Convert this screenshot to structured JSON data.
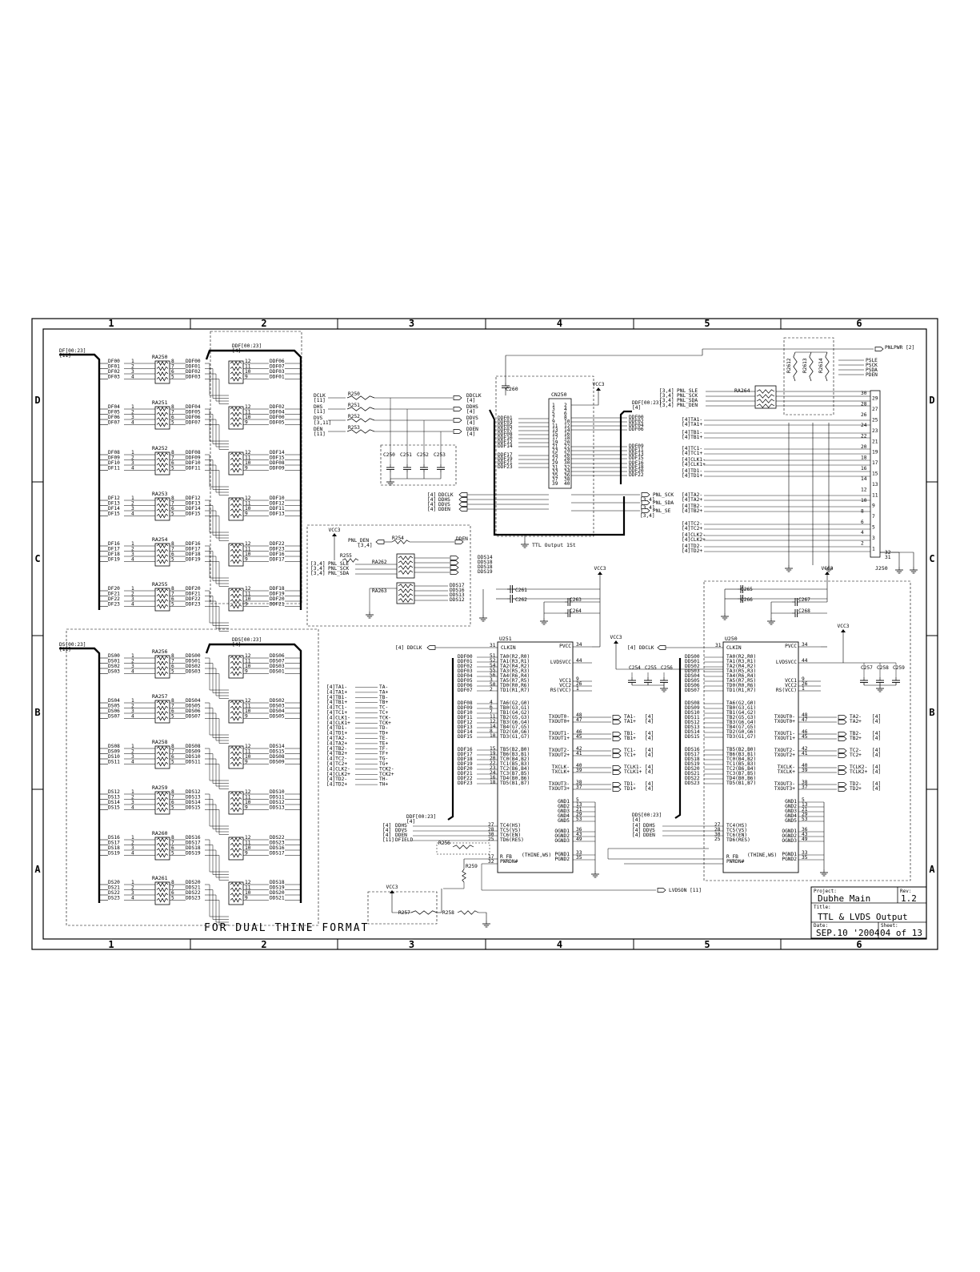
{
  "zones": {
    "columns": [
      "1",
      "2",
      "3",
      "4",
      "5",
      "6"
    ],
    "rows": [
      "D",
      "C",
      "B",
      "A"
    ]
  },
  "buses": {
    "df_in": "DF[00:23]",
    "df_in_ref": "[11]",
    "ddf_bus": "DDF[00:23]",
    "ddf_bus_ref": "[4]",
    "ds_in": "DS[00:23]",
    "ds_in_ref": "[11]",
    "dds_bus": "DDS[00:23]",
    "dds_bus_ref": "[4]"
  },
  "resistor_arrays": [
    {
      "ref": "RA250",
      "ins": [
        "DF00",
        "DF01",
        "DF02",
        "DF03"
      ],
      "outs": [
        "DDF00",
        "DDF01",
        "DDF02",
        "DDF03"
      ],
      "far": [
        "DDF06",
        "DDF07",
        "DDF03",
        "DDF01"
      ]
    },
    {
      "ref": "RA251",
      "ins": [
        "DF04",
        "DF05",
        "DF06",
        "DF07"
      ],
      "outs": [
        "DDF04",
        "DDF05",
        "DDF06",
        "DDF07"
      ],
      "far": [
        "DDF02",
        "DDF04",
        "DDF00",
        "DDF05"
      ]
    },
    {
      "ref": "RA252",
      "ins": [
        "DF08",
        "DF09",
        "DF10",
        "DF11"
      ],
      "outs": [
        "DDF08",
        "DDF09",
        "DDF10",
        "DDF11"
      ],
      "far": [
        "DDF14",
        "DDF15",
        "DDF08",
        "DDF09"
      ]
    },
    {
      "ref": "RA253",
      "ins": [
        "DF12",
        "DF13",
        "DF14",
        "DF15"
      ],
      "outs": [
        "DDF12",
        "DDF13",
        "DDF14",
        "DDF15"
      ],
      "far": [
        "DDF10",
        "DDF12",
        "DDF11",
        "DDF13"
      ]
    },
    {
      "ref": "RA254",
      "ins": [
        "DF16",
        "DF17",
        "DF18",
        "DF19"
      ],
      "outs": [
        "DDF16",
        "DDF17",
        "DDF18",
        "DDF19"
      ],
      "far": [
        "DDF22",
        "DDF23",
        "DDF16",
        "DDF17"
      ]
    },
    {
      "ref": "RA255",
      "ins": [
        "DF20",
        "DF21",
        "DF22",
        "DF23"
      ],
      "outs": [
        "DDF20",
        "DDF21",
        "DDF22",
        "DDF23"
      ],
      "far": [
        "DDF18",
        "DDF19",
        "DDF20",
        "DDF21"
      ]
    },
    {
      "ref": "RA256",
      "ins": [
        "DS00",
        "DS01",
        "DS02",
        "DS03"
      ],
      "outs": [
        "DDS00",
        "DDS01",
        "DDS02",
        "DDS03"
      ],
      "far": [
        "DDS06",
        "DDS07",
        "DDS03",
        "DDS01"
      ]
    },
    {
      "ref": "RA257",
      "ins": [
        "DS04",
        "DS05",
        "DS06",
        "DS07"
      ],
      "outs": [
        "DDS04",
        "DDS05",
        "DDS06",
        "DDS07"
      ],
      "far": [
        "DDS02",
        "DDS03",
        "DDS04",
        "DDS05"
      ]
    },
    {
      "ref": "RA258",
      "ins": [
        "DS08",
        "DS09",
        "DS10",
        "DS11"
      ],
      "outs": [
        "DDS08",
        "DDS09",
        "DDS10",
        "DDS11"
      ],
      "far": [
        "DDS14",
        "DDS15",
        "DDS08",
        "DDS09"
      ]
    },
    {
      "ref": "RA259",
      "ins": [
        "DS12",
        "DS13",
        "DS14",
        "DS15"
      ],
      "outs": [
        "DDS12",
        "DDS13",
        "DDS14",
        "DDS15"
      ],
      "far": [
        "DDS10",
        "DDS11",
        "DDS12",
        "DDS13"
      ]
    },
    {
      "ref": "RA260",
      "ins": [
        "DS16",
        "DS17",
        "DS18",
        "DS19"
      ],
      "outs": [
        "DDS16",
        "DDS17",
        "DDS18",
        "DDS19"
      ],
      "far": [
        "DDS22",
        "DDS23",
        "DDS16",
        "DDS17"
      ]
    },
    {
      "ref": "RA261",
      "ins": [
        "DS20",
        "DS21",
        "DS22",
        "DS23"
      ],
      "outs": [
        "DDS20",
        "DDS21",
        "DDS22",
        "DDS23"
      ],
      "far": [
        "DDS18",
        "DDS19",
        "DDS20",
        "DDS21"
      ]
    }
  ],
  "ra_pins_left": [
    "1",
    "2",
    "3",
    "4"
  ],
  "ra_pins_mid": [
    "8",
    "7",
    "6",
    "5"
  ],
  "ra_pins_right": [
    "12",
    "11",
    "10",
    "9"
  ],
  "dual_note": "FOR DUAL THINE FORMAT",
  "sync": {
    "inputs": [
      {
        "net": "DCLK",
        "ref": "[11]",
        "r": "R250",
        "out": "DDCLK",
        "oref": "[4]"
      },
      {
        "net": "DHS",
        "ref": "[11]",
        "r": "R251",
        "out": "DDHS",
        "oref": "[4]"
      },
      {
        "net": "DVS",
        "ref": "[3,11]",
        "r": "R252",
        "out": "DDVS",
        "oref": "[4]"
      },
      {
        "net": "DEN",
        "ref": "[11]",
        "r": "R253",
        "out": "DDEN",
        "oref": "[4]"
      }
    ],
    "caps": [
      "C250",
      "C251",
      "C252",
      "C253"
    ]
  },
  "cn250": {
    "ref": "CN250",
    "title": "TTL Output 1St",
    "cap": "C260",
    "vcc": "VCC3",
    "bus": "DDF[00:23]",
    "bus_ref": "[4]",
    "left_nets": [
      "DDF01",
      "DDF03",
      "DDF05",
      "DDF07",
      "DDF08",
      "DDF10",
      "DDF12",
      "DDF14",
      "DDF17",
      "DDF19",
      "DDF21",
      "DDF23"
    ],
    "right_nets": [
      "DDF00",
      "DDF02",
      "DDF04",
      "DDF06",
      "DDF09",
      "DDF11",
      "DDF13",
      "DDF15",
      "DDF16",
      "DDF18",
      "DDF20",
      "DDF22"
    ],
    "ctrl_left": [
      {
        "ref": "[4]",
        "net": "DDCLK"
      },
      {
        "ref": "[4]",
        "net": "DDHS"
      },
      {
        "ref": "[4]",
        "net": "DDVS"
      },
      {
        "ref": "[4]",
        "net": "DDEN"
      }
    ],
    "ctrl_right": [
      {
        "net": "PNL_SCK",
        "ref": "[3,4]"
      },
      {
        "net": "PNL_SDA",
        "ref": "[3,4]"
      },
      {
        "net": "PNL_SE",
        "ref": "[3,4]"
      }
    ]
  },
  "pnl_block": {
    "vcc": "VCC3",
    "pnl_den": "PNL_DEN",
    "pnl_den_ref": "[3,4]",
    "r254": "R254",
    "dden": "DDEN",
    "r255": "R255",
    "ra262": "RA262",
    "ra263": "RA263",
    "left": [
      {
        "ref": "[3,4]",
        "net": "PNL_SLE"
      },
      {
        "ref": "[3,4]",
        "net": "PNL_SCK"
      },
      {
        "ref": "[3,4]",
        "net": "PNL_SDA"
      }
    ],
    "right": [
      "DDS14",
      "DDS18",
      "DDS18",
      "DDS19"
    ],
    "right2": [
      "DDS17",
      "DDS16",
      "DDS13",
      "DDS12"
    ]
  },
  "j250": {
    "ref": "J250",
    "ra": "RA264",
    "pnlpwr": "PNLPWR [2]",
    "pulls": [
      "R2612",
      "R2613",
      "R2614"
    ],
    "top_signals": [
      "PSLE",
      "PSCK",
      "PSDA",
      "PDEN"
    ],
    "ctrl": [
      {
        "ref": "[3,4]",
        "net": "PNL_SLE"
      },
      {
        "ref": "[3,4]",
        "net": "PNL_SCK"
      },
      {
        "ref": "[3,4]",
        "net": "PNL_SDA"
      },
      {
        "ref": "[3,4]",
        "net": "PNL_DEN"
      }
    ],
    "lvds": [
      "[4]TA1-",
      "[4]TA1+",
      "[4]TB1-",
      "[4]TB1+",
      "[4]TC1-",
      "[4]TC1+",
      "[4]CLK1-",
      "[4]CLK1+",
      "[4]TD1-",
      "[4]TD1+",
      "[4]TA2-",
      "[4]TA2+",
      "[4]TB2-",
      "[4]TB2+",
      "[4]TC2-",
      "[4]TC2+",
      "[4]CLK2-",
      "[4]CLK2+",
      "[4]TD2-",
      "[4]TD2+"
    ],
    "pins_left": [
      "30",
      "28",
      "26",
      "24",
      "22",
      "20",
      "18",
      "16",
      "14",
      "12",
      "10",
      "8",
      "6",
      "4",
      "2"
    ],
    "pins_right": [
      "29",
      "27",
      "25",
      "23",
      "21",
      "19",
      "17",
      "15",
      "13",
      "11",
      "9",
      "7",
      "5",
      "3",
      "1"
    ],
    "pin_end": [
      "32",
      "31"
    ]
  },
  "lvds_list": [
    "[4]TA1-",
    "[4]TA1+",
    "[4]TB1-",
    "[4]TB1+",
    "[4]TC1-",
    "[4]TC1+",
    "[4]CLK1-",
    "[4]CLK1+",
    "[4]TD1-",
    "[4]TD1+",
    "[4]TA2-",
    "[4]TA2+",
    "[4]TB2-",
    "[4]TB2+",
    "[4]TC2-",
    "[4]TC2+",
    "[4]CLK2-",
    "[4]CLK2+",
    "[4]TD2-",
    "[4]TD2+"
  ],
  "lvds_list_short": [
    "TA-",
    "TA+",
    "TB-",
    "TB+",
    "TC-",
    "TC+",
    "TCK-",
    "TCK+",
    "TD-",
    "TD+",
    "TE-",
    "TE+",
    "TF-",
    "TF+",
    "TG-",
    "TG+",
    "TCK2-",
    "TCK2+",
    "TH-",
    "TH+"
  ],
  "u251": {
    "ref": "U251",
    "clk": "[4] DDCLK",
    "vcc": "VCC3",
    "caps": [
      "C261",
      "C262",
      "C263",
      "C264"
    ],
    "bus": "DDF[00:23]",
    "bus_ref": "[4]",
    "left_nets": [
      "DDF00",
      "DDF01",
      "DDF02",
      "DDF03",
      "DDF04",
      "DDF05",
      "DDF06",
      "DDF07",
      "DDF08",
      "DDF09",
      "DDF10",
      "DDF11",
      "DDF12",
      "DDF13",
      "DDF14",
      "DDF15",
      "DDF16",
      "DDF17",
      "DDF18",
      "DDF19",
      "DDF20",
      "DDF21",
      "DDF22",
      "DDF23"
    ],
    "left_pins": [
      "51",
      "52",
      "54",
      "55",
      "56",
      "3",
      "50",
      "2",
      "4",
      "6",
      "7",
      "11",
      "12",
      "14",
      "8",
      "10",
      "15",
      "19",
      "20",
      "22",
      "23",
      "24",
      "16",
      "18"
    ],
    "pin_names": [
      "TA0(R2,R0)",
      "TA1(R3,R1)",
      "TA2(R4,R2)",
      "TA3(R5,R3)",
      "TA4(R6,R4)",
      "TA5(R7,R5)",
      "TD0(R0,R6)",
      "TD1(R1,R7)",
      "TA6(G2,G0)",
      "TB0(G3,G1)",
      "TB1(G4,G2)",
      "TB2(G5,G3)",
      "TB3(G6,G4)",
      "TB4(G7,G5)",
      "TD2(G0,G6)",
      "TD3(G1,G7)",
      "TB5(B2,B0)",
      "TB6(B3,B1)",
      "TC0(B4,B2)",
      "TC1(B5,B3)",
      "TC2(B6,B4)",
      "TC3(B7,B5)",
      "TD4(B0,B6)",
      "TD5(B1,B7)"
    ],
    "ctrl": [
      {
        "ref": "[4]",
        "net": "DDHS",
        "pin": "27",
        "name": "TC4(HS)"
      },
      {
        "ref": "[4]",
        "net": "DDVS",
        "pin": "28",
        "name": "TC5(VS)"
      },
      {
        "ref": "[4]",
        "net": "DDEN",
        "pin": "30",
        "name": "TC6(EN)"
      },
      {
        "ref": "[11]",
        "net": "DFIELD",
        "pin": "25",
        "name": "TD6(RES)"
      }
    ],
    "rfb": "R_FB",
    "rfb_pin": "17",
    "pwrdn": "PWRDN#",
    "pwrdn_pin": "32",
    "mode": "(THINE,WS)",
    "r256": "R256",
    "r259": "R259",
    "right_power": [
      {
        "name": "PVCC",
        "pin": "34"
      },
      {
        "name": "LVDSVCC",
        "pin": "44"
      },
      {
        "name": "VCC1",
        "pin": "9"
      },
      {
        "name": "VCC2",
        "pin": "26"
      },
      {
        "name": "RS(VCC)",
        "pin": "1"
      }
    ],
    "outputs": [
      {
        "name": "TXOUT0-",
        "pin": "48",
        "net": "TA1-",
        "ref": "[4]"
      },
      {
        "name": "TXOUT0+",
        "pin": "47",
        "net": "TA1+",
        "ref": "[4]"
      },
      {
        "name": "TXOUT1-",
        "pin": "46",
        "net": "TB1-",
        "ref": "[4]"
      },
      {
        "name": "TXOUT1+",
        "pin": "45",
        "net": "TB1+",
        "ref": "[4]"
      },
      {
        "name": "TXOUT2-",
        "pin": "42",
        "net": "TC1-",
        "ref": "[4]"
      },
      {
        "name": "TXOUT2+",
        "pin": "41",
        "net": "TC1+",
        "ref": "[4]"
      },
      {
        "name": "TXCLK-",
        "pin": "40",
        "net": "TCLK1-",
        "ref": "[4]"
      },
      {
        "name": "TXCLK+",
        "pin": "39",
        "net": "TCLK1+",
        "ref": "[4]"
      },
      {
        "name": "TXOUT3-",
        "pin": "38",
        "net": "TD1-",
        "ref": "[4]"
      },
      {
        "name": "TXOUT3+",
        "pin": "37",
        "net": "TD1+",
        "ref": "[4]"
      }
    ],
    "grounds": [
      {
        "name": "GND1",
        "pin": "5"
      },
      {
        "name": "GND2",
        "pin": "13"
      },
      {
        "name": "GND3",
        "pin": "21"
      },
      {
        "name": "GND4",
        "pin": "29"
      },
      {
        "name": "GND5",
        "pin": "53"
      },
      {
        "name": "OGND1",
        "pin": "36"
      },
      {
        "name": "OGND2",
        "pin": "43"
      },
      {
        "name": "OGND3",
        "pin": "49"
      },
      {
        "name": "PGND1",
        "pin": "33"
      },
      {
        "name": "PGND2",
        "pin": "35"
      }
    ]
  },
  "u250": {
    "ref": "U250",
    "clk": "[4] DDCLK",
    "vcc": "VCC3",
    "caps": [
      "C254",
      "C255",
      "C256"
    ],
    "caps_right": [
      "C257",
      "C258",
      "C259"
    ],
    "caps_top": [
      "C265",
      "C266",
      "C267",
      "C268"
    ],
    "bus": "DDS[00:23]",
    "bus_ref": "[4]",
    "left_nets": [
      "DDS00",
      "DDS01",
      "DDS02",
      "DDS03",
      "DDS04",
      "DDS05",
      "DDS06",
      "DDS07",
      "DDS08",
      "DDS09",
      "DDS10",
      "DDS11",
      "DDS12",
      "DDS13",
      "DDS14",
      "DDS15",
      "DDS16",
      "DDS17",
      "DDS18",
      "DDS19",
      "DDS20",
      "DDS21",
      "DDS22",
      "DDS23"
    ],
    "ctrl": [
      {
        "ref": "[4]",
        "net": "DDHS"
      },
      {
        "ref": "[4]",
        "net": "DDVS"
      },
      {
        "ref": "[4]",
        "net": "DDEN"
      }
    ],
    "ctrl_pins": [
      {
        "pin": "27",
        "name": "TC4(HS)"
      },
      {
        "pin": "28",
        "name": "TC5(VS)"
      },
      {
        "pin": "30",
        "name": "TC6(EN)"
      },
      {
        "pin": "25",
        "name": "TD6(RES)"
      }
    ],
    "mode": "(THINE,WS)",
    "outputs": [
      {
        "name": "TXOUT0-",
        "pin": "48",
        "net": "TA2-",
        "ref": "[4]"
      },
      {
        "name": "TXOUT0+",
        "pin": "47",
        "net": "TA2+",
        "ref": "[4]"
      },
      {
        "name": "TXOUT1-",
        "pin": "46",
        "net": "TB2-",
        "ref": "[4]"
      },
      {
        "name": "TXOUT1+",
        "pin": "45",
        "net": "TB2+",
        "ref": "[4]"
      },
      {
        "name": "TXOUT2-",
        "pin": "42",
        "net": "TC2-",
        "ref": "[4]"
      },
      {
        "name": "TXOUT2+",
        "pin": "41",
        "net": "TC2+",
        "ref": "[4]"
      },
      {
        "name": "TXCLK-",
        "pin": "40",
        "net": "TCLK2-",
        "ref": "[4]"
      },
      {
        "name": "TXCLK+",
        "pin": "39",
        "net": "TCLK2+",
        "ref": "[4]"
      },
      {
        "name": "TXOUT3-",
        "pin": "38",
        "net": "TD2-",
        "ref": "[4]"
      },
      {
        "name": "TXOUT3+",
        "pin": "37",
        "net": "TD2+",
        "ref": "[4]"
      }
    ]
  },
  "bottom": {
    "vcc": "VCC3",
    "r257": "R257",
    "r258": "R258",
    "lvdson": "LVDSON [11]"
  },
  "title_block": {
    "project_label": "Project:",
    "project": "Dubhe Main",
    "rev_label": "Rev:",
    "rev": "1.2",
    "title_label": "Title:",
    "title": "TTL & LVDS Output",
    "date_label": "Date:",
    "date": "SEP.10 '2004",
    "sheet_label": "Sheet:",
    "sheet": "04 of 13"
  }
}
